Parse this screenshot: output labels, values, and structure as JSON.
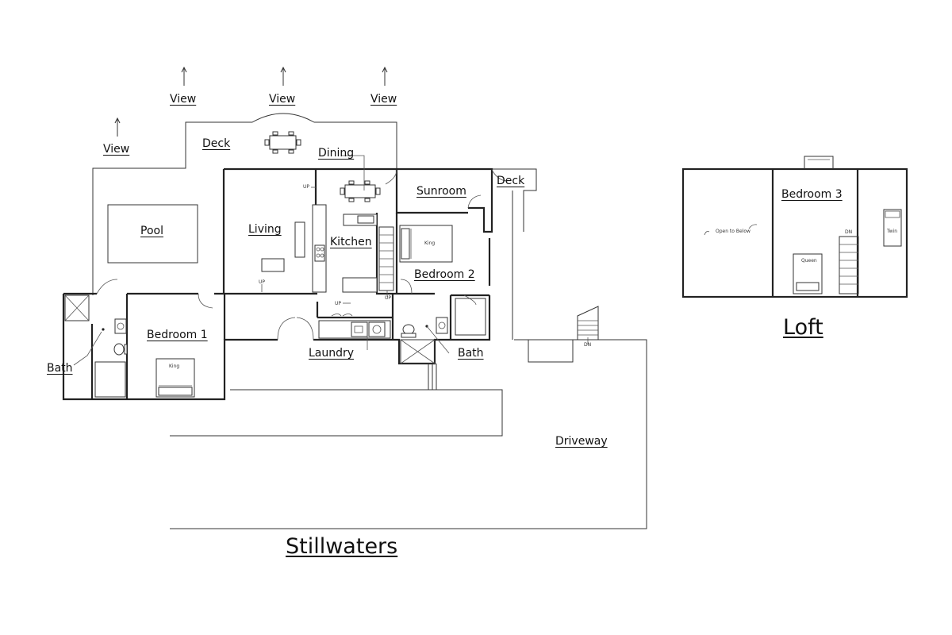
{
  "plan_title": "Stillwaters",
  "loft_title": "Loft",
  "view_labels": [
    "View",
    "View",
    "View",
    "View"
  ],
  "rooms": {
    "deck_main": "Deck",
    "dining": "Dining",
    "deck_side": "Deck",
    "sunroom": "Sunroom",
    "pool": "Pool",
    "living": "Living",
    "kitchen": "Kitchen",
    "bedroom2": "Bedroom 2",
    "bedroom1": "Bedroom 1",
    "bath_left": "Bath",
    "laundry": "Laundry",
    "bath_right": "Bath",
    "driveway": "Driveway",
    "bedroom3": "Bedroom 3"
  },
  "fixtures": {
    "bed_king_1": "King",
    "bed_king_2": "King",
    "bed_queen": "Queen",
    "bed_twin": "Twin",
    "open_to_below": "Open to Below",
    "stair_up_1": "UP",
    "stair_up_2": "UP",
    "stair_up_3": "UP",
    "stair_up_4": "UP",
    "stair_dn_1": "DN",
    "stair_dn_2": "DN"
  }
}
